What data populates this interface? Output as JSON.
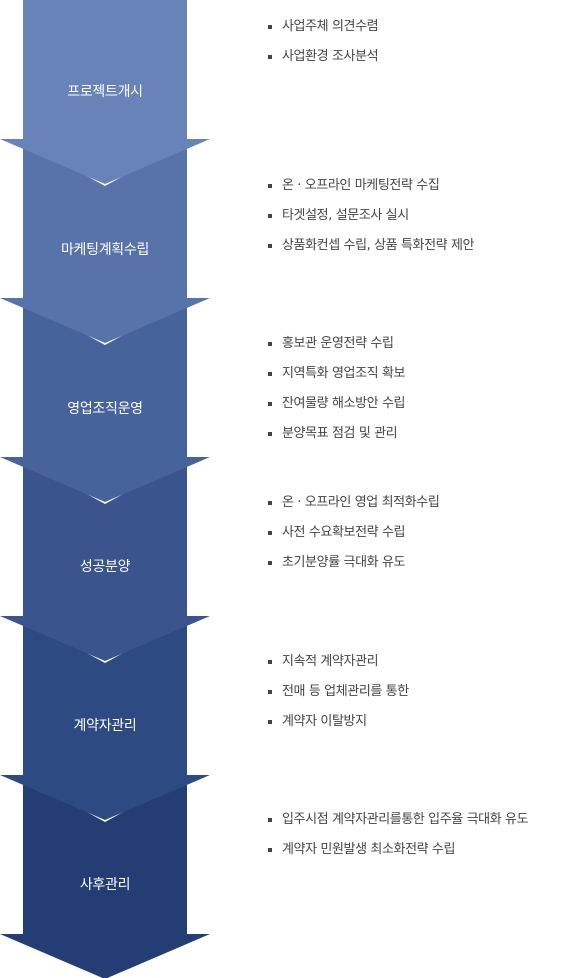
{
  "stages": [
    {
      "title": "프로젝트개시",
      "color": "#6783b8",
      "items": [
        "사업주체 의견수렴",
        "사업환경 조사분석"
      ]
    },
    {
      "title": "마케팅계획수립",
      "color": "#5773aa",
      "items": [
        "온 · 오프라인 마케팅전략 수집",
        "타겟설정, 설문조사 실시",
        "상품화컨셉 수립, 상품 특화전략 제안"
      ]
    },
    {
      "title": "영업조직운영",
      "color": "#46639c",
      "items": [
        "홍보관 운영전략 수립",
        "지역특화 영업조직 확보",
        "잔여물량 해소방안 수립",
        "분양목표 점검 및 관리"
      ]
    },
    {
      "title": "성공분양",
      "color": "#3a558e",
      "items": [
        "온 · 오프라인 영업 최적화수립",
        "사전 수요확보전략 수립",
        "초기분양률 극대화 유도"
      ]
    },
    {
      "title": "계약자관리",
      "color": "#2e4a82",
      "items": [
        "지속적 계약자관리",
        "전매 등 업체관리를 통한",
        "계약자 이탈방지"
      ]
    },
    {
      "title": "사후관리",
      "color": "#243e75",
      "items": [
        "입주시점 계약자관리를통한 입주율 극대화 유도",
        "계약자 민원발생 최소화전략 수립"
      ]
    }
  ]
}
